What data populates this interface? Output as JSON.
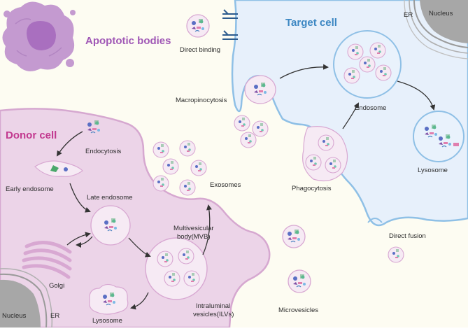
{
  "titles": {
    "apoptotic_bodies": "Apoptotic bodies",
    "target_cell": "Target cell",
    "donor_cell": "Donor cell"
  },
  "labels": {
    "er_target": "ER",
    "nucleus_target": "Nucleus",
    "direct_binding": "Direct binding",
    "macropinocytosis": "Macropinocytosis",
    "endosome": "Endosome",
    "lysosome_target": "Lysosome",
    "phagocytosis": "Phagocytosis",
    "endocytosis": "Endocytosis",
    "early_endosome": "Early endosome",
    "late_endosome": "Late endosome",
    "exosomes": "Exosomes",
    "mvb_line1": "Multivesicular",
    "mvb_line2": "body(MVB)",
    "golgi": "Golgi",
    "ilv_line1": "Intraluminal",
    "ilv_line2": "vesicles(ILVs)",
    "lysosome_donor": "Lysosome",
    "nucleus_donor": "Nucleus",
    "er_donor": "ER",
    "microvesicles": "Microvesicles",
    "direct_fusion": "Direct fusion"
  },
  "colors": {
    "background": "#fdfcf2",
    "target_cytoplasm": "#e7f0fb",
    "target_membrane": "#8fc0e6",
    "donor_cytoplasm": "#ecd4e8",
    "donor_membrane": "#d6a8d0",
    "apoptotic_body": "#c49ad0",
    "apoptotic_nucleus": "#a96fbf",
    "vesicle_fill": "#f6eaf4",
    "vesicle_edge": "#d8a8d2",
    "nucleus_gray": "#a7a7a7",
    "arrow": "#333333"
  }
}
